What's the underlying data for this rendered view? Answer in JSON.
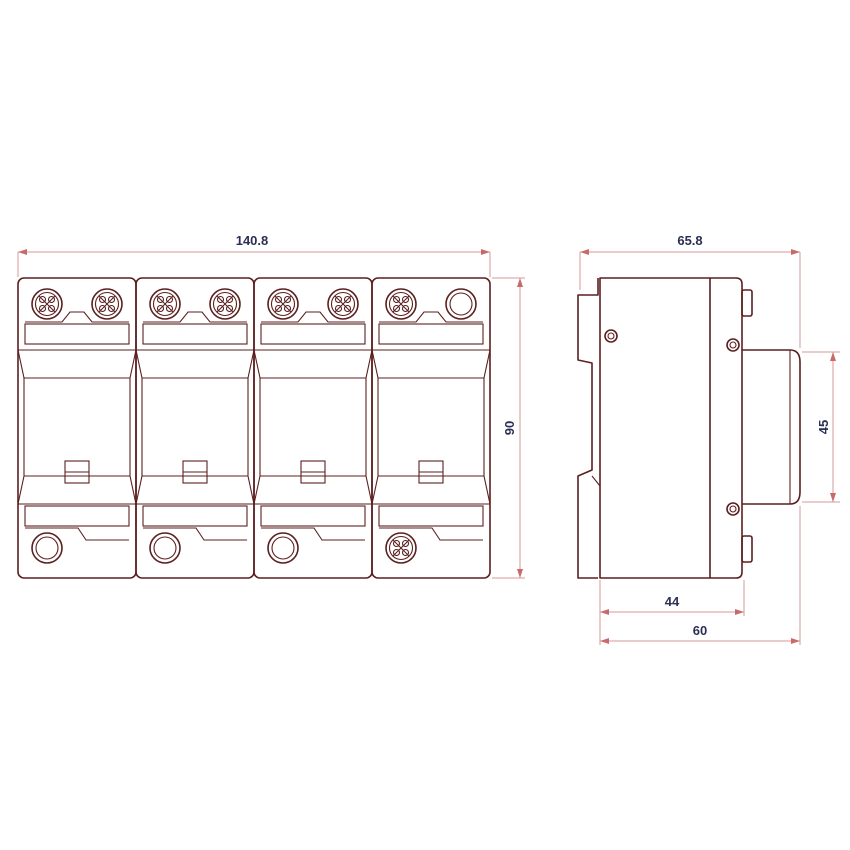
{
  "dimensions": {
    "front_width": "140.8",
    "front_height": "90",
    "side_width": "65.8",
    "side_center_height": "45",
    "side_depth_inner": "44",
    "side_depth": "60"
  },
  "colors": {
    "outline": "#5b1f1f",
    "dimension_line": "#d59a9a",
    "label": "#2a2f55"
  },
  "front_view": {
    "modules": [
      {
        "top_terminals": [
          "screw-icon",
          "screw-icon"
        ],
        "bottom_terminal": "ring-icon"
      },
      {
        "top_terminals": [
          "screw-icon",
          "screw-icon"
        ],
        "bottom_terminal": "ring-icon"
      },
      {
        "top_terminals": [
          "screw-icon",
          "screw-icon"
        ],
        "bottom_terminal": "ring-icon"
      },
      {
        "top_terminals": [
          "screw-icon",
          "ring-icon"
        ],
        "bottom_terminal": "screw-icon"
      }
    ]
  }
}
